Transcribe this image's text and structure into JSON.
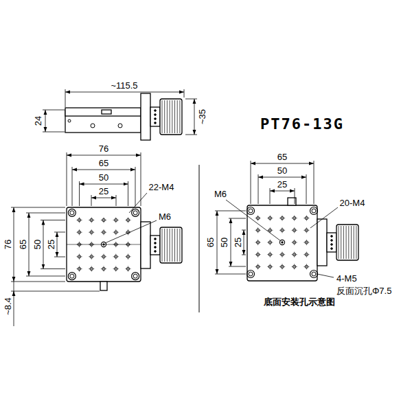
{
  "diagram": {
    "title": "PT76-13G",
    "caption": "底面安装孔示意图",
    "labels": [
      "~115.5",
      "24",
      "~35",
      "76",
      "65",
      "50",
      "25",
      "22-M4",
      "M6",
      "76",
      "65",
      "50",
      "25",
      "~8.4",
      "65",
      "50",
      "25",
      "M6",
      "20-M4",
      "65",
      "50",
      "25",
      "4-M5",
      "反面沉孔Φ7.5"
    ]
  }
}
